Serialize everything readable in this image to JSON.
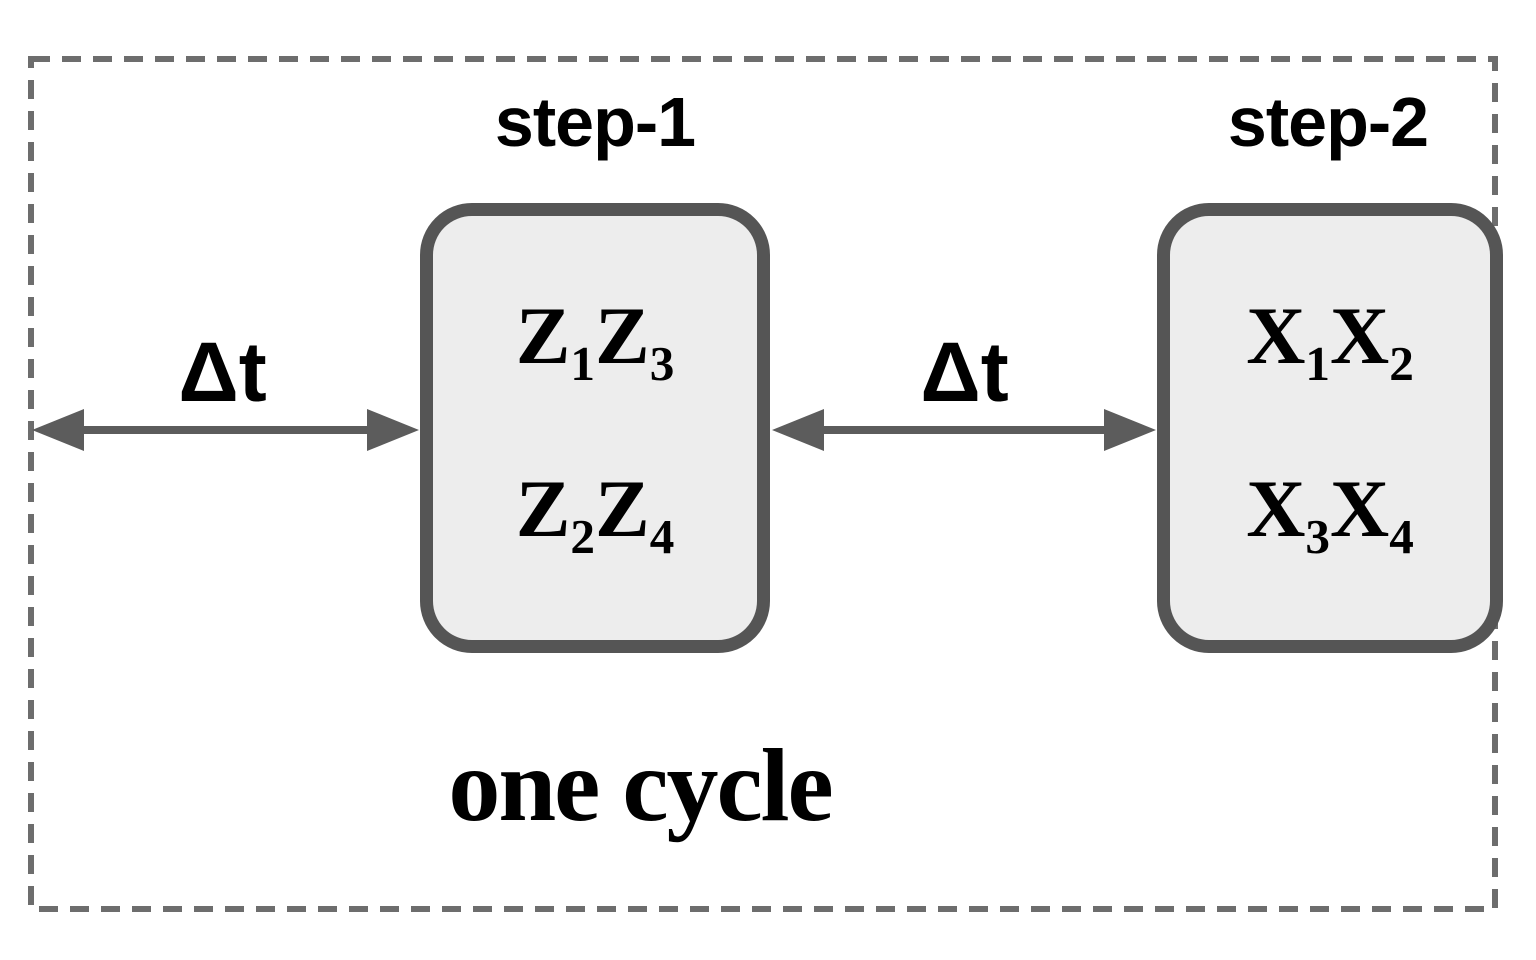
{
  "diagram": {
    "cycle_label": "one cycle",
    "delta_t_label": "Δt",
    "steps": [
      {
        "title": "step-1",
        "gates": [
          [
            "Z",
            "1",
            "Z",
            "3"
          ],
          [
            "Z",
            "2",
            "Z",
            "4"
          ]
        ]
      },
      {
        "title": "step-2",
        "gates": [
          [
            "X",
            "1",
            "X",
            "2"
          ],
          [
            "X",
            "3",
            "X",
            "4"
          ]
        ]
      }
    ],
    "colors": {
      "background": "#ffffff",
      "box_fill": "#ededed",
      "box_border": "#555555",
      "arrow": "#5c5c5c",
      "dashed_border": "#6d6d6d",
      "text": "#000000"
    }
  }
}
